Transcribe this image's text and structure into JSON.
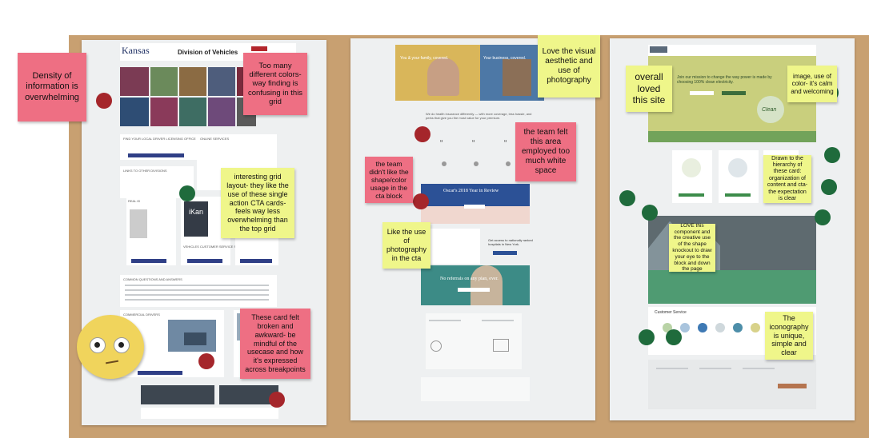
{
  "notes": {
    "density": "Density of information is overwhelming",
    "colors": "Too many different colors- way finding is confusing in this grid",
    "grid": "interesting grid layout- they like the use of these single action CTA cards- feels way less overwhelming than the top grid",
    "broken": "These card felt broken and awkward- be mindful of the usecase and how it's expressed across breakpoints",
    "visual": "Love the visual aesthetic and use of photography",
    "whitespace": "the team felt this area employed too much white space",
    "shape": "the team didn't like the shape/color usage in the cta block",
    "photo_cta": "Like the use of photography in the cta",
    "loved": "overall loved this site",
    "image_color": "image, use of color- it's calm and welcoming",
    "hierarchy": "Drawn to the hierarchy of these card: organization of content and cta- the expectation is clear",
    "component": "LOVE this component and the creative use of the shape knockout to draw your eye to the block and down the page",
    "iconography": "The iconography is unique, simple and clear"
  },
  "sheet1": {
    "logo": "Kansas",
    "title": "Division of Vehicles",
    "find_office": "FIND YOUR LOCAL DRIVER LICENSING OFFICE",
    "online_services": "ONLINE SERVICES",
    "links": "LINKS TO OTHER DIVISIONS",
    "real_id": "REAL ID",
    "ikan": "iKan",
    "survey": "VEHICLES CUSTOMER SERVICE SURVEY",
    "common": "COMMON QUESTIONS AND ANSWERS",
    "commercial": "COMMERCIAL DRIVERS"
  },
  "sheet2": {
    "hero_left": "You & your family, covered.",
    "hero_right": "Your business, covered.",
    "intro": "We do health insurance differently — with more coverage, less hassle, and perks that give you the most value for your premium.",
    "banner": "Oscar's 2018 Year in Review",
    "access": "Get access to nationally ranked hospitals in New York.",
    "referrals": "No referrals on any plan, ever."
  },
  "sheet3": {
    "hero": "Join our mission to change the way power is made by choosing 100% clean electricity.",
    "badge": "Clean",
    "section": "Customer Service"
  },
  "colors": {
    "board": "#c8a071",
    "pink_note": "#ee6f83",
    "yellow_note": "#eff68a",
    "red_dot": "#a5262b",
    "green_dot": "#1f6b3c"
  }
}
